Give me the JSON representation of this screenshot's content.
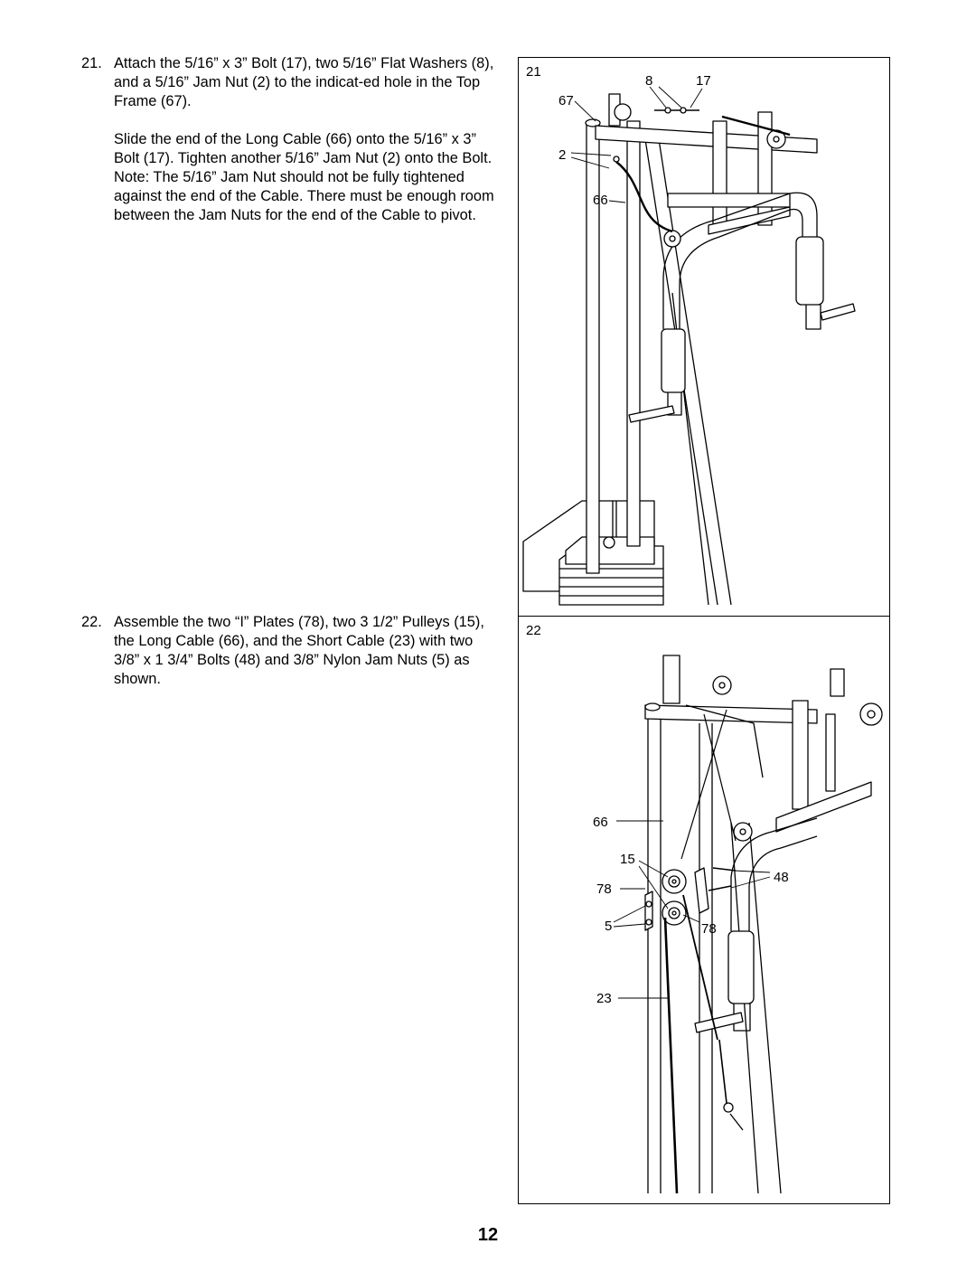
{
  "steps": [
    {
      "number": "21.",
      "paragraphs": [
        "Attach the 5/16” x 3” Bolt (17), two 5/16” Flat Washers (8), and a 5/16” Jam Nut (2) to the indicat-ed hole in the Top Frame (67).",
        "Slide the end of the Long Cable (66) onto the 5/16” x 3” Bolt (17). Tighten another 5/16” Jam Nut (2) onto the Bolt. Note: The 5/16” Jam Nut should not be fully tightened against the end of the Cable. There must be enough room between the Jam Nuts for the end of the Cable to pivot."
      ]
    },
    {
      "number": "22.",
      "paragraphs": [
        "Assemble the two “I” Plates (78), two 3 1/2” Pulleys (15), the Long Cable (66), and the Short Cable (23) with two 3/8” x 1 3/4” Bolts (48) and 3/8” Nylon Jam Nuts (5) as shown."
      ]
    }
  ],
  "figures": [
    {
      "step_label": "21",
      "callouts": [
        "8",
        "17",
        "67",
        "2",
        "66"
      ]
    },
    {
      "step_label": "22",
      "callouts": [
        "66",
        "15",
        "78",
        "48",
        "5",
        "78",
        "23"
      ]
    }
  ],
  "page_number": "12"
}
